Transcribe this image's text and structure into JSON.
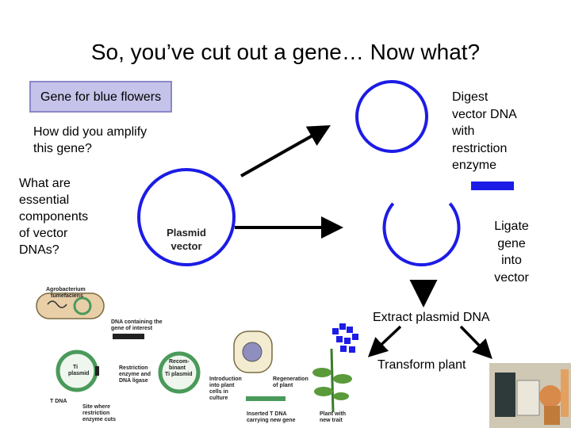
{
  "title": "So, you’ve cut out a gene… Now what?",
  "gene_box_label": "Gene for blue flowers",
  "questions": {
    "amplify": [
      "How did you amplify",
      "this gene?"
    ],
    "components": [
      "What are",
      "essential",
      "components",
      "of vector",
      "DNAs?"
    ]
  },
  "plasmid_label": [
    "Plasmid",
    "vector"
  ],
  "steps": {
    "digest": [
      "Digest",
      "vector DNA",
      "with",
      "restriction",
      "enzyme"
    ],
    "ligate": [
      "Ligate",
      "gene",
      "into",
      "vector"
    ],
    "extract": "Extract plasmid DNA",
    "transform": "Transform plant"
  },
  "figure_labels": {
    "agrobacterium": [
      "Agrobacterium",
      "tumefaciens"
    ],
    "dna_containing": [
      "DNA containing the",
      "gene of interest"
    ],
    "ti_plasmid": [
      "Ti",
      "plasmid"
    ],
    "step1": [
      "Restriction",
      "enzyme and",
      "DNA ligase"
    ],
    "recombinant": [
      "Recom-",
      "binant",
      "Ti plasmid"
    ],
    "step2": [
      "Introduction",
      "into plant",
      "cells in",
      "culture"
    ],
    "step3": [
      "Regeneration",
      "of plant"
    ],
    "t_dna": "T DNA",
    "site_where": [
      "Site where",
      "restriction",
      "enzyme cuts"
    ],
    "inserted": [
      "Inserted T DNA",
      "carrying new gene"
    ],
    "plant_new_trait": [
      "Plant with",
      "new trait"
    ]
  },
  "colors": {
    "circle_blue": "#1c1ce6",
    "gene_box_bg": "#c6c3ea",
    "arrow": "#000000"
  }
}
